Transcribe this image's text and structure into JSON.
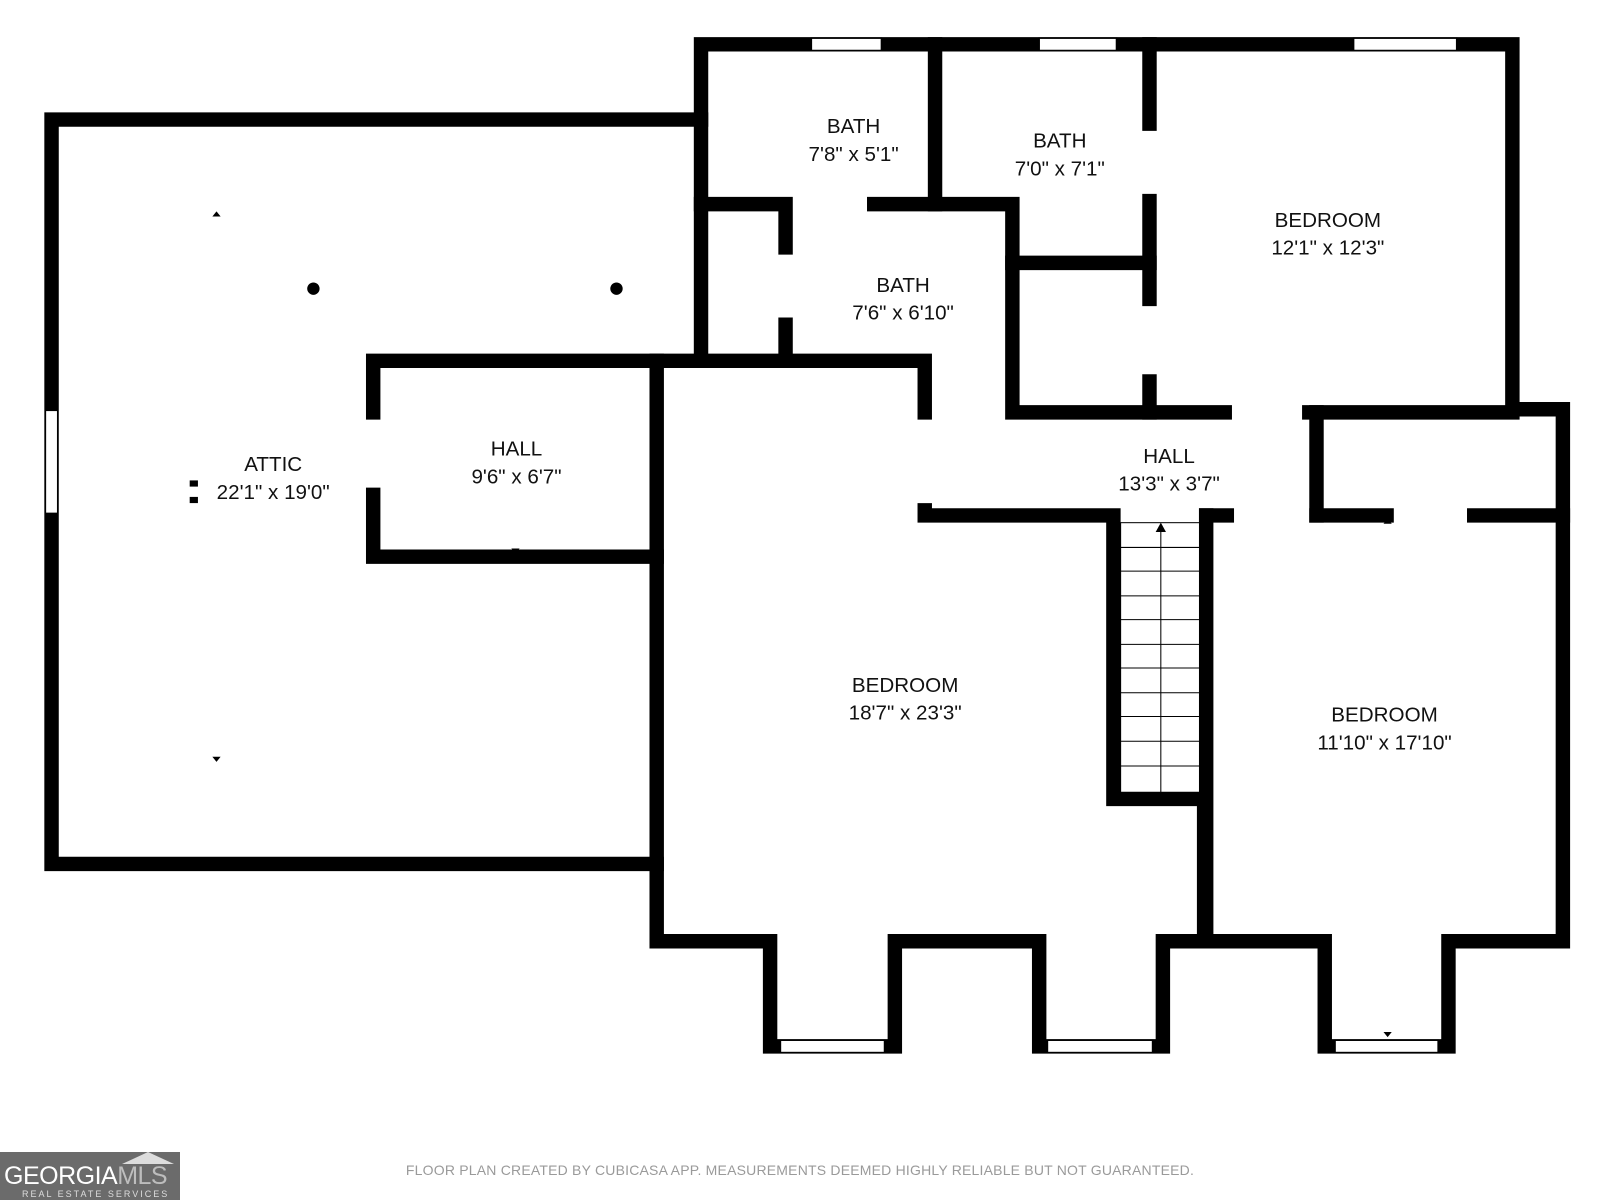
{
  "rooms": [
    {
      "name": "ATTIC",
      "size": "22'1\" x 19'0\""
    },
    {
      "name": "HALL",
      "size": "9'6\" x 6'7\""
    },
    {
      "name": "BATH",
      "size": "7'8\" x 5'1\""
    },
    {
      "name": "BATH",
      "size": "7'0\" x 7'1\""
    },
    {
      "name": "BATH",
      "size": "7'6\" x 6'10\""
    },
    {
      "name": "BEDROOM",
      "size": "12'1\" x 12'3\""
    },
    {
      "name": "HALL",
      "size": "13'3\" x 3'7\""
    },
    {
      "name": "BEDROOM",
      "size": "18'7\" x 23'3\""
    },
    {
      "name": "BEDROOM",
      "size": "11'10\" x 17'10\""
    }
  ],
  "footer": {
    "disclaimer": "FLOOR PLAN CREATED BY CUBICASA APP. MEASUREMENTS DEEMED HIGHLY RELIABLE BUT NOT GUARANTEED."
  },
  "logo": {
    "brand_a": "GEORGIA",
    "brand_b": "MLS",
    "tagline": "REAL ESTATE SERVICES"
  },
  "colors": {
    "wall": "#000000",
    "background": "#ffffff",
    "footer_text": "#9a9a9a",
    "logo_bg": "#6b6b6b"
  }
}
